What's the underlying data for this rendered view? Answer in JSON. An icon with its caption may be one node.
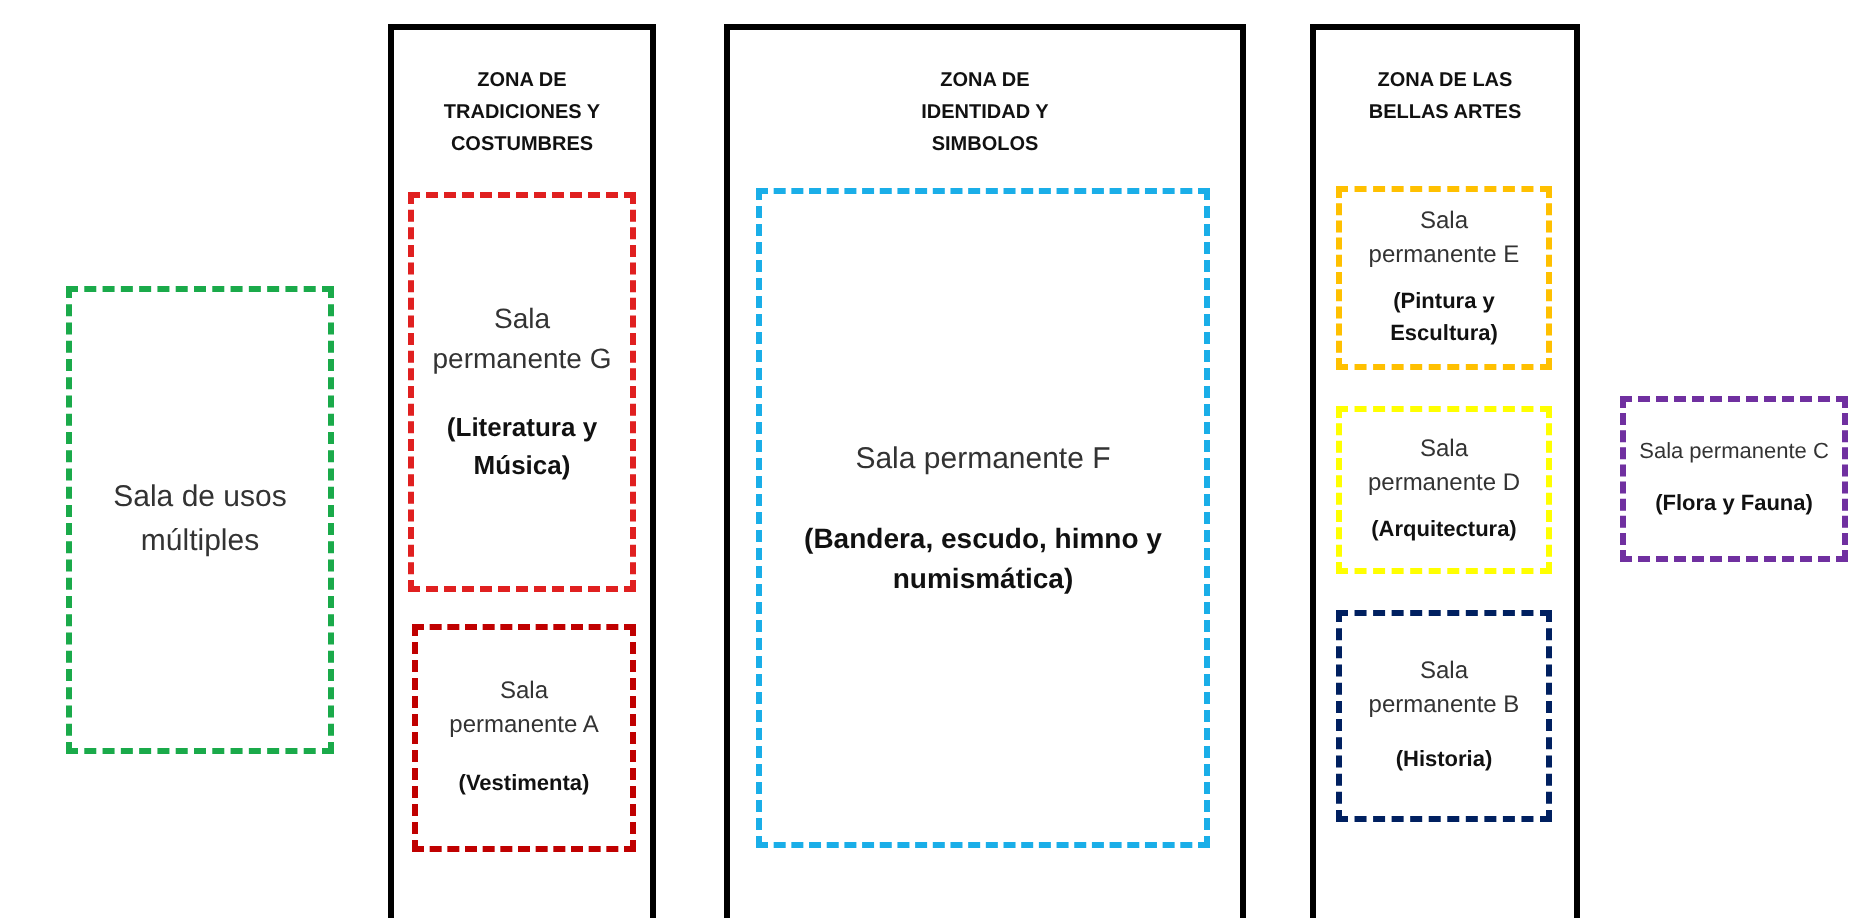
{
  "diagram": {
    "nodes": [
      {
        "text": [
          "Sala de usos múltiples"
        ]
      },
      {
        "text": [
          "ZONA DE TRADICIONES Y COSTUMBRES"
        ]
      },
      {
        "text": [
          "Sala permanente G",
          "(Literatura y Música)"
        ],
        "in": 1
      },
      {
        "text": [
          "Sala permanente A",
          "(Vestimenta)"
        ],
        "in": 1
      },
      {
        "text": [
          "ZONA DE IDENTIDAD Y SIMBOLOS"
        ]
      },
      {
        "text": [
          "Sala permanente F",
          "(Bandera, escudo, himno y numismática)"
        ],
        "in": 4
      },
      {
        "text": [
          "ZONA DE LAS BELLAS ARTES"
        ]
      },
      {
        "text": [
          "Sala permanente E",
          "(Pintura y Escultura)"
        ],
        "in": 6
      },
      {
        "text": [
          "Sala permanente D",
          "(Arquitectura)"
        ],
        "in": 6
      },
      {
        "text": [
          "Sala permanente B",
          "(Historia)"
        ],
        "in": 6
      },
      {
        "text": [
          "Sala permanente C",
          "(Flora y Fauna)"
        ]
      }
    ]
  }
}
